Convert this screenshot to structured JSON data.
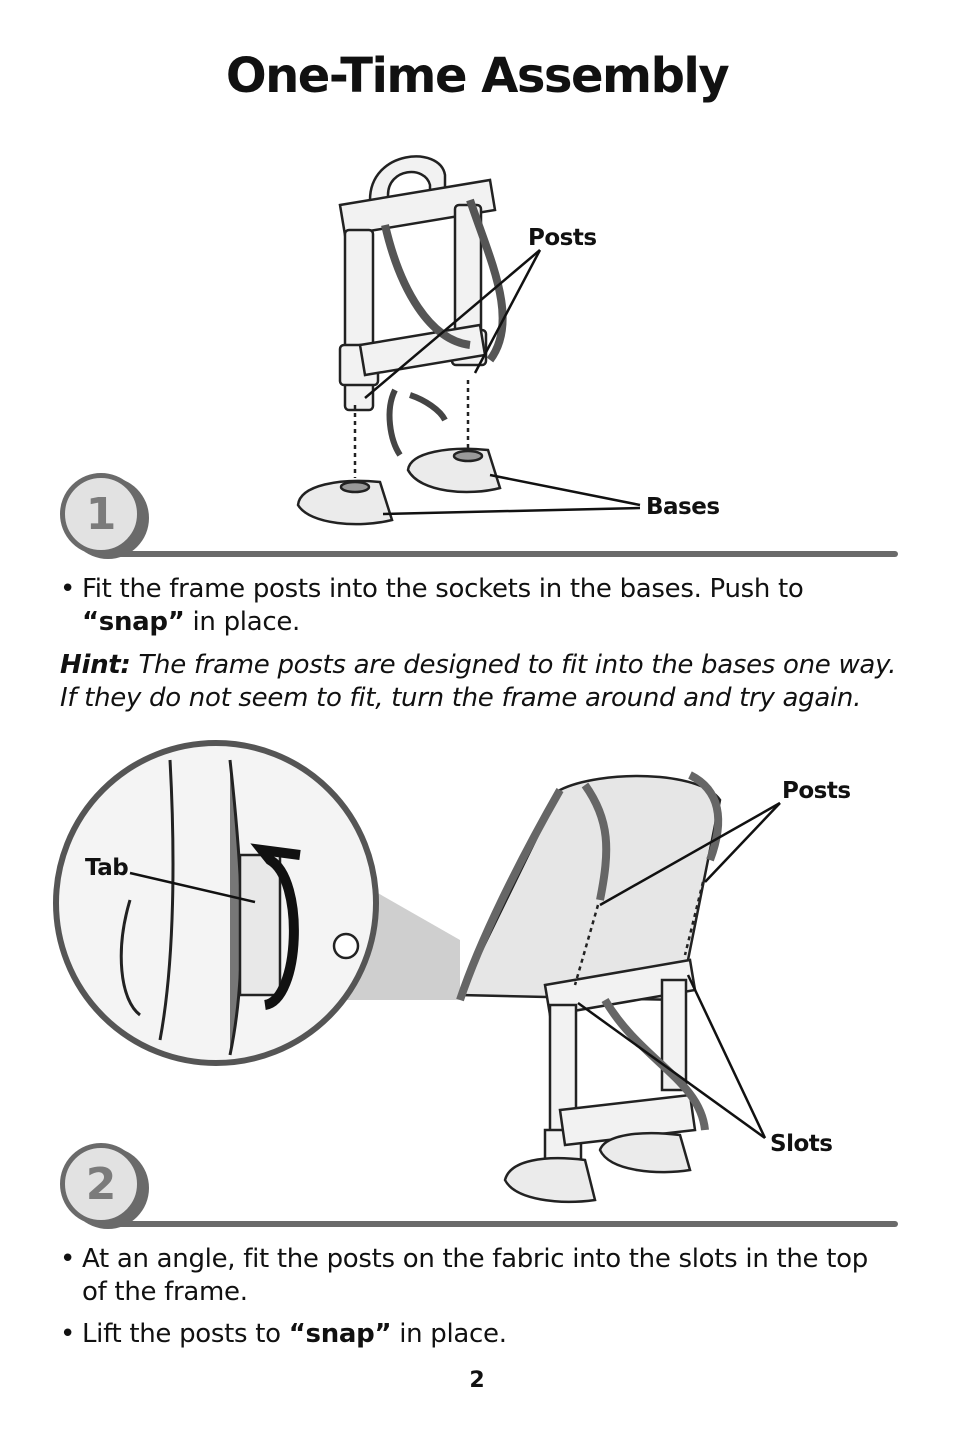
{
  "page": {
    "title": "One-Time Assembly",
    "page_number": "2"
  },
  "step1": {
    "number": "1",
    "labels": {
      "posts": "Posts",
      "bases": "Bases"
    },
    "bullet": {
      "text_before": "Fit the frame posts into the sockets in the bases. Push to ",
      "emphasis": "“snap”",
      "text_after": " in place."
    },
    "hint": {
      "label": "Hint:",
      "text": " The frame posts are designed to fit into the bases one way. If they do not seem to fit, turn the frame around and try again."
    }
  },
  "step2": {
    "number": "2",
    "labels": {
      "tab": "Tab",
      "posts": "Posts",
      "slots": "Slots"
    },
    "bullet1": {
      "text": "At an angle, fit the posts on the fabric into the slots in the top of the frame."
    },
    "bullet2": {
      "text_before": "Lift the posts to ",
      "emphasis": "“snap”",
      "text_after": " in place."
    }
  },
  "colors": {
    "dark_gray": "#6a6a6a",
    "light_gray": "#e2e2e2",
    "mid_gray": "#9a9a9a"
  }
}
